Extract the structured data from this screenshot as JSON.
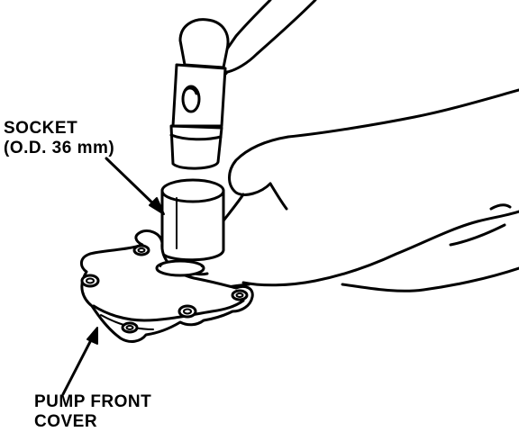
{
  "labels": {
    "socket_line1": "SOCKET",
    "socket_line2": "(O.D. 36 mm)",
    "pump_line1": "PUMP FRONT",
    "pump_line2": "COVER"
  },
  "colors": {
    "ink": "#000000",
    "paper": "#ffffff"
  }
}
